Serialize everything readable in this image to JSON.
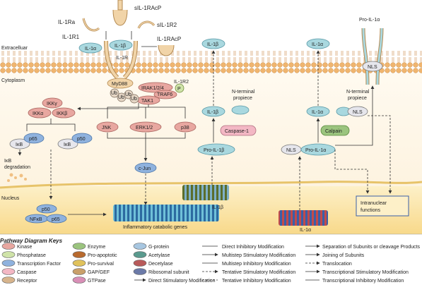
{
  "compartments": {
    "extracellular": "Extracelluar",
    "cytoplasm": "Cytoplasm",
    "nucleus": "Nucleus"
  },
  "receptors": {
    "il1ra": "IL-1Ra",
    "sil1racp": "sIL-1RAcP",
    "sil1r2": "sIL-1R2",
    "il1r1": "IL-1R1",
    "il1racp": "IL-1RAcP",
    "il1r": "IL-1R",
    "il1r2": "IL-1R2"
  },
  "ligands": {
    "il1a_ext": "IL-1α",
    "il1b_rec": "IL-1β",
    "il1b_out": "IL-1β",
    "il1a_out": "IL-1α",
    "pro_il1a_top": "Pro-IL-1α",
    "nls_top": "NLS"
  },
  "signaling": {
    "myd88": "MyD88",
    "irak": "IRAK1/2/4",
    "traf6": "TRAF6",
    "tak1": "TAK1",
    "p": "P",
    "ub": "Ub",
    "ikkg": "IKKγ",
    "ikka": "IKKα",
    "ikkb": "IKKβ",
    "p65a": "p65",
    "p50a": "p50",
    "ikb1": "IκB",
    "ikb2": "IκB",
    "ikb_deg": "IκB\ndegradation",
    "jnk": "JNK",
    "erk": "ERK1/2",
    "p38": "p38",
    "cjun": "c-Jun",
    "p50b": "p50",
    "nfkb": "NFκB",
    "p65b": "p65"
  },
  "processing": {
    "nterm1_l1": "N-terminal",
    "nterm1_l2": "propiece",
    "il1b_cyto": "IL-1β",
    "caspase1": "Caspase-1",
    "pro_il1b": "Pro-IL-1β",
    "nterm2_l1": "N-terminal",
    "nterm2_l2": "propiece",
    "il1a_cyto": "IL-1α",
    "nls_mid": "NLS",
    "calpain": "Calpain",
    "nls_low": "NLS",
    "pro_il1a": "Pro-IL-1α",
    "intranuclear_l1": "Intranuclear",
    "intranuclear_l2": "functions",
    "genes": "Inflammatory catabolic genes",
    "il1b_gene": "IL-1β",
    "il1a_gene": "IL-1α"
  },
  "legend": {
    "title": "Pathway Diagram Keys",
    "col1": [
      "Kinase",
      "Phosphatase",
      "Transcription  Factor",
      "Caspase",
      "Receptor"
    ],
    "col2": [
      "Enzyme",
      "Pro-apoptotic",
      "Pro-survival",
      "GAP/GEF",
      "GTPase"
    ],
    "col3": [
      "G-protein",
      "Acetylase",
      "Decetylase",
      "Ribosomal subunit",
      "Direct Stimulatory Modification"
    ],
    "col4": [
      "Direct Inhibitory Modification",
      "Multistep Stimulatory Modification",
      "Multistep Inhibitory Modification",
      "Tentative Stimulatory Modification",
      "Tentative Inhibitory Modification"
    ],
    "col5": [
      "Separation of Subunits or cleavage Products",
      "Joining of Subunits",
      "Translocation",
      "Transcriptional Stimulatory Modification",
      "Transcriptional Inhibitory Modification"
    ],
    "col1_colors": [
      "#e8a7a0",
      "#cfe3a8",
      "#8fb2de",
      "#f3b7c4",
      "#d7b48c"
    ],
    "col2_colors": [
      "#9bc47e",
      "#b86a2e",
      "#e0c25c",
      "#c9a06a",
      "#d98fb7"
    ],
    "col3_colors": [
      "#a7c6e0",
      "#5a9a8e",
      "#b85a5a",
      "#6b7aa8"
    ]
  },
  "colors": {
    "membrane_head": "#f0c083",
    "membrane_tail": "#e8c9a0",
    "cytoplasm_bg": "#fdf5e6",
    "nucleus_bg": "#fbe4a6",
    "receptor": "#f1d4a8",
    "ligand": "#a9d8df",
    "kinase": "#e8a7a0",
    "tf": "#8fb2de",
    "caspase": "#f3b7c4",
    "enzyme": "#9bc47e",
    "phos": "#cfe3a8"
  }
}
